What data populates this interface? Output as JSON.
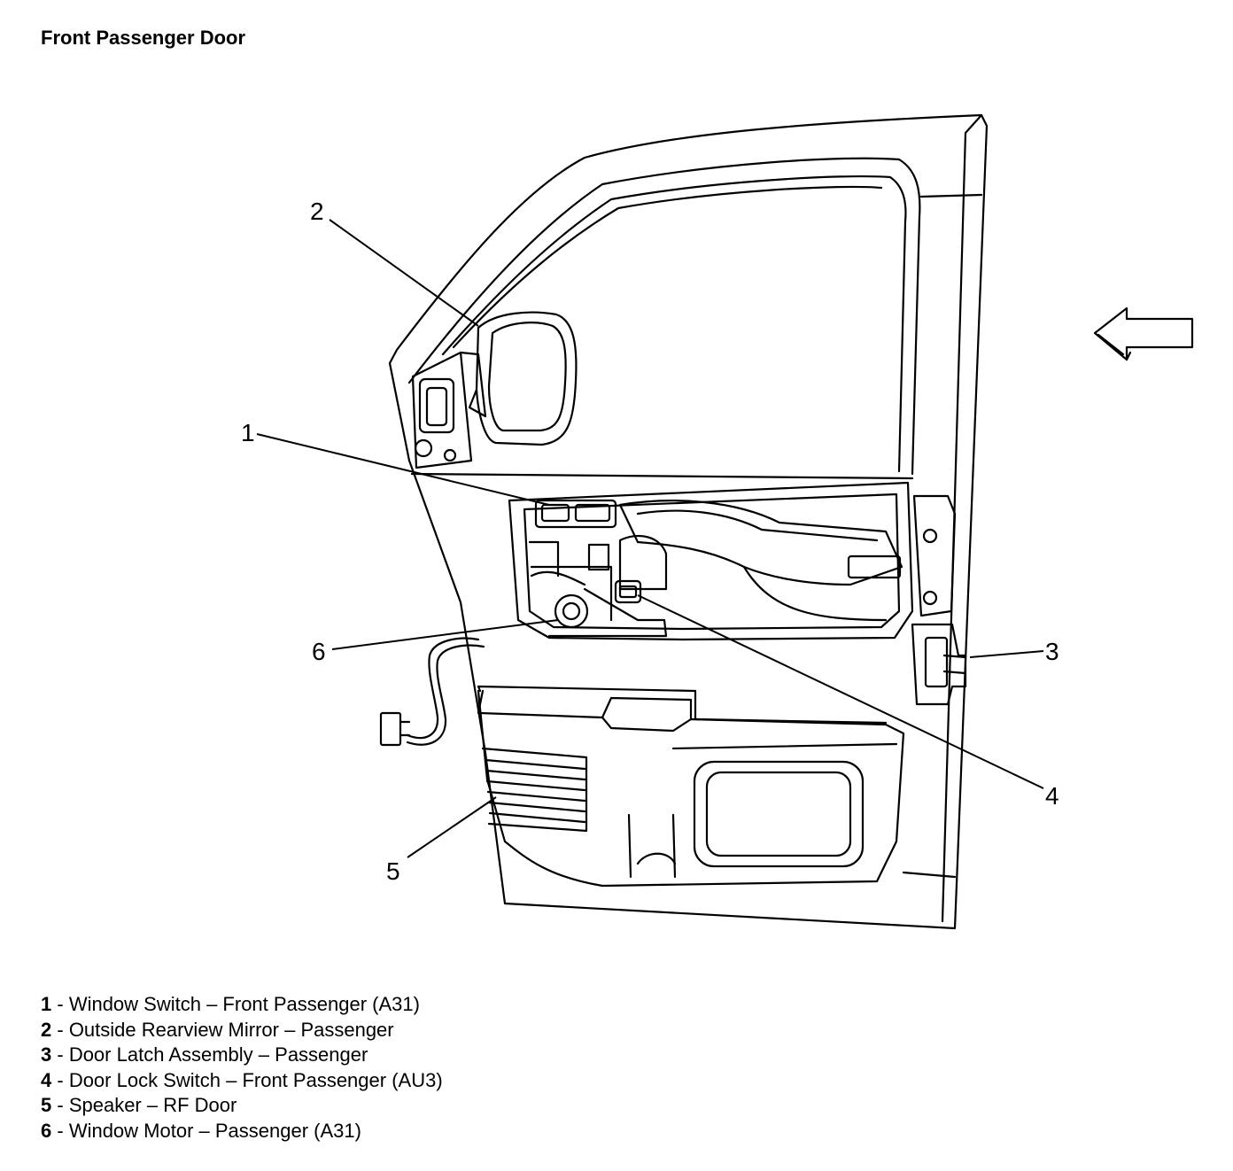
{
  "title": "Front Passenger Door",
  "callouts": [
    "1",
    "2",
    "3",
    "4",
    "5",
    "6"
  ],
  "legend": [
    {
      "num": "1",
      "sep": " - ",
      "text": "Window Switch – Front Passenger (A31)"
    },
    {
      "num": "2",
      "sep": " - ",
      "text": "Outside Rearview Mirror – Passenger"
    },
    {
      "num": "3",
      "sep": " - ",
      "text": "Door Latch Assembly – Passenger"
    },
    {
      "num": "4",
      "sep": " - ",
      "text": "Door Lock Switch – Front Passenger (AU3)"
    },
    {
      "num": "5",
      "sep": " - ",
      "text": "Speaker – RF Door"
    },
    {
      "num": "6",
      "sep": " - ",
      "text": "Window Motor – Passenger (A31)"
    }
  ]
}
